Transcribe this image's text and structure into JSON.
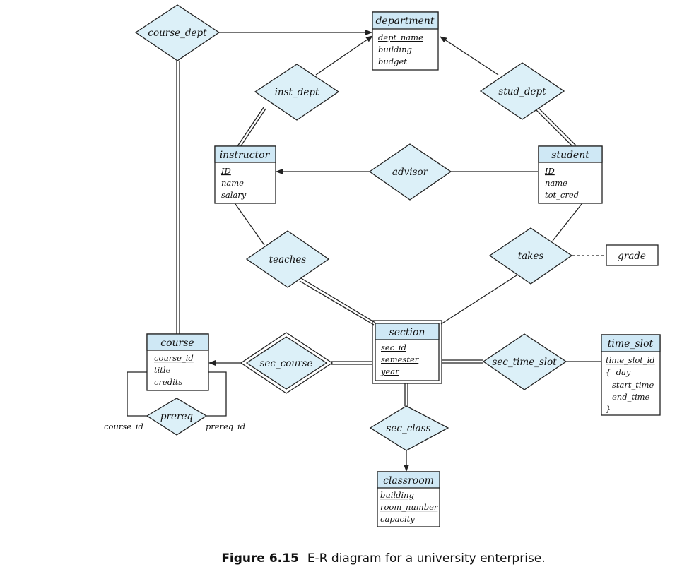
{
  "entities": {
    "department": {
      "name": "department",
      "attributes": [
        {
          "text": "dept_name",
          "pk": true
        },
        {
          "text": "building",
          "pk": false
        },
        {
          "text": "budget",
          "pk": false
        }
      ]
    },
    "instructor": {
      "name": "instructor",
      "attributes": [
        {
          "text": "ID",
          "pk": true
        },
        {
          "text": "name",
          "pk": false
        },
        {
          "text": "salary",
          "pk": false
        }
      ]
    },
    "student": {
      "name": "student",
      "attributes": [
        {
          "text": "ID",
          "pk": true
        },
        {
          "text": "name",
          "pk": false
        },
        {
          "text": "tot_cred",
          "pk": false
        }
      ]
    },
    "course": {
      "name": "course",
      "attributes": [
        {
          "text": "course_id",
          "pk": true
        },
        {
          "text": "title",
          "pk": false
        },
        {
          "text": "credits",
          "pk": false
        }
      ]
    },
    "section": {
      "name": "section",
      "attributes": [
        {
          "text": "sec_id",
          "pk": true
        },
        {
          "text": "semester",
          "pk": true
        },
        {
          "text": "year",
          "pk": true
        }
      ]
    },
    "time_slot": {
      "name": "time_slot",
      "attributes": [
        {
          "text": "time_slot_id",
          "pk": true
        },
        {
          "text": "{  day",
          "pk": false
        },
        {
          "text": "start_time",
          "pk": false
        },
        {
          "text": "end_time",
          "pk": false
        },
        {
          "text": "}",
          "pk": false
        }
      ]
    },
    "classroom": {
      "name": "classroom",
      "attributes": [
        {
          "text": "building",
          "pk": true
        },
        {
          "text": "room_number",
          "pk": true
        },
        {
          "text": "capacity",
          "pk": false
        }
      ]
    },
    "grade": {
      "name": "grade"
    }
  },
  "relationships": {
    "course_dept": "course_dept",
    "inst_dept": "inst_dept",
    "stud_dept": "stud_dept",
    "advisor": "advisor",
    "teaches": "teaches",
    "takes": "takes",
    "sec_course": "sec_course",
    "sec_time_slot": "sec_time_slot",
    "sec_class": "sec_class",
    "prereq": "prereq"
  },
  "roles": {
    "course_id": "course_id",
    "prereq_id": "prereq_id"
  },
  "caption": {
    "number": "Figure 6.15",
    "text": "E-R diagram for a university enterprise."
  }
}
